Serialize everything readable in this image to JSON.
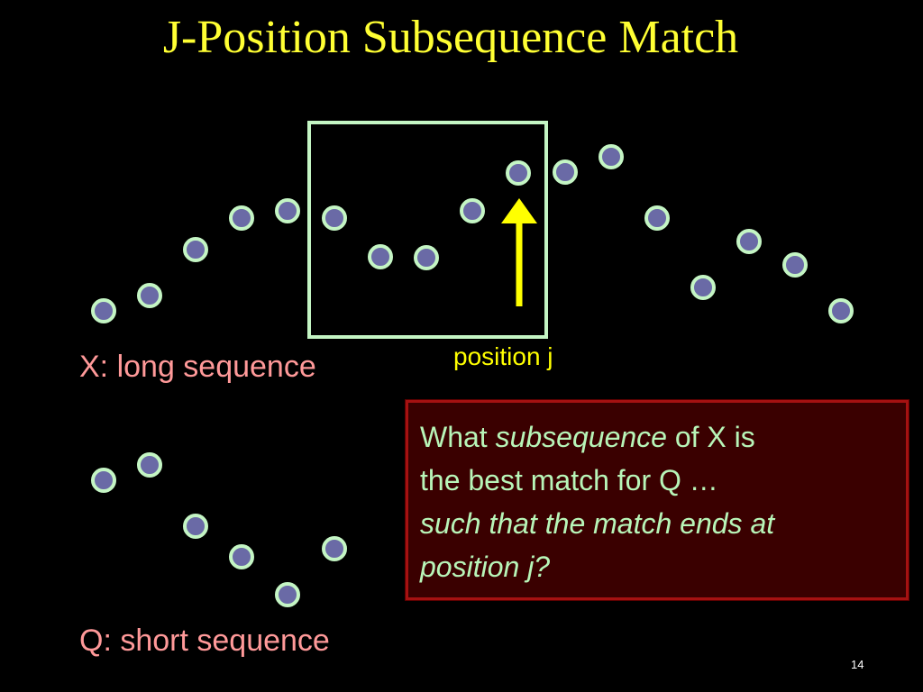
{
  "slide": {
    "title": "J-Position Subsequence Match",
    "number": "14"
  },
  "labels": {
    "x_label": "X: long sequence",
    "q_label": "Q: short sequence",
    "position_label": "position j"
  },
  "question": {
    "line1_prefix": "What ",
    "line1_italic": "subsequence",
    "line1_suffix": " of X is",
    "line2": "the best match for Q …",
    "line3_italic": "such that the match ends at",
    "line4_italic": "position j?"
  },
  "colors": {
    "title": "#ffff33",
    "label": "#ff9999",
    "dot_fill": "#6a6aa6",
    "dot_stroke": "#c4f5c4",
    "window": "#c4f5c4",
    "arrow": "#ffff00",
    "box_fill": "#3a0000",
    "box_border": "#a51111",
    "box_text": "#b8f5b8"
  },
  "sequences": {
    "X": {
      "name": "long sequence",
      "length": 17,
      "highlight_window_ends_at_index": 10
    },
    "Q": {
      "name": "short sequence",
      "length": 6
    }
  }
}
